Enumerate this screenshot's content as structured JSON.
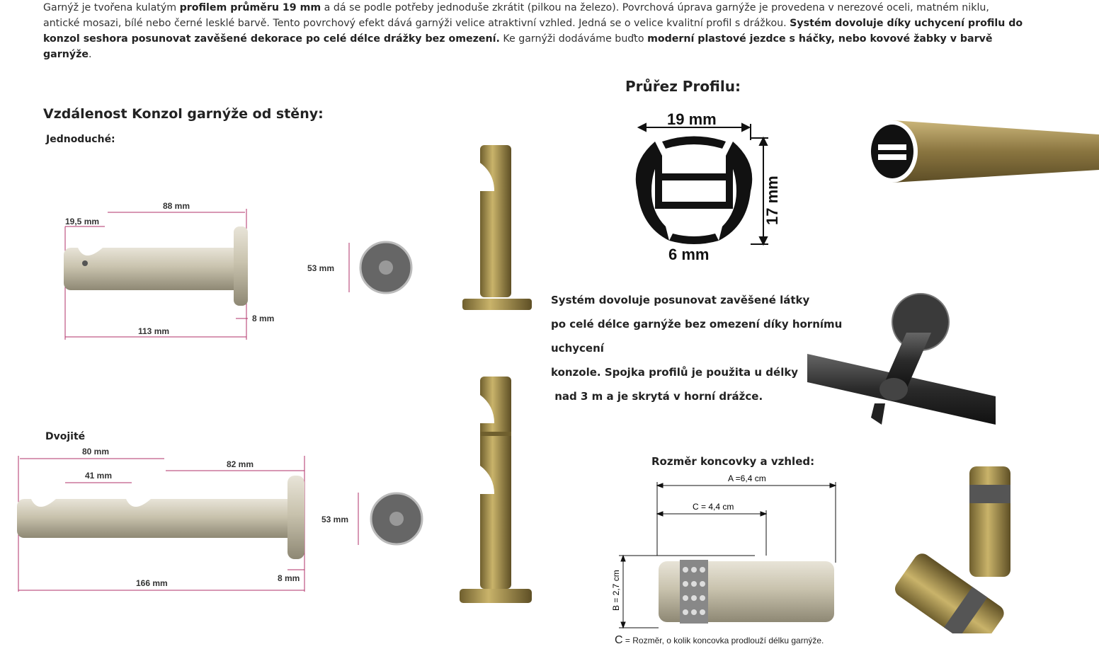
{
  "intro": {
    "segments": [
      {
        "t": "Garnýž je tvořena kulatým ",
        "b": false
      },
      {
        "t": "profilem průměru 19 mm",
        "b": true
      },
      {
        "t": " a dá se podle potřeby jednoduše zkrátit (pilkou na železo). Povrchová úprava garnýže je provedena v nerezové oceli, matném niklu, antické mosazi, bílé nebo černé lesklé barvě. Tento povrchový efekt dává garnýži velice atraktivní vzhled. Jedná se o velice kvalitní profil s drážkou. ",
        "b": false
      },
      {
        "t": "Systém dovoluje díky uchycení profilu do konzol seshora posunovat zavěšené dekorace po celé délce drážky bez omezení.",
        "b": true
      },
      {
        "t": " Ke garnýži dodáváme buďto ",
        "b": false
      },
      {
        "t": "moderní plastové jezdce s háčky, nebo kovové žabky v barvě garnýže",
        "b": true
      },
      {
        "t": ".",
        "b": false
      }
    ]
  },
  "left": {
    "heading": "Vzdálenost Konzol garnýže od stěny:",
    "single_label": "Jednoduché:",
    "double_label": "Dvojité",
    "single_dims": {
      "d1": "19,5 mm",
      "d2": "88 mm",
      "d3": "8 mm",
      "d4": "113 mm",
      "d5": "53 mm"
    },
    "double_dims": {
      "d1": "80 mm",
      "d2": "41 mm",
      "d3": "82 mm",
      "d4": "8 mm",
      "d5": "166 mm",
      "d6": "53 mm"
    }
  },
  "profile": {
    "heading": "Průřez Profilu:",
    "width": "19 mm",
    "height": "17 mm",
    "slot": "6 mm"
  },
  "system": {
    "lines": [
      "Systém dovoluje posunovat zavěšené látky",
      "po celé délce garnýže bez omezení díky hornímu uchycení",
      "konzole. Spojka profilů je použita u délky",
      " nad 3 m a je skrytá v horní drážce."
    ]
  },
  "endcap": {
    "heading": "Rozměr koncovky a vzhled:",
    "a": "A =6,4 cm",
    "c": "C = 4,4 cm",
    "b": "B = 2,7 cm",
    "caption_letter": "C",
    "caption": " = Rozměr, o kolik koncovka prodlouží délku garnýže."
  },
  "colors": {
    "dim_line": "#b0306a",
    "brass": "#a08a4a",
    "nickel": "#c8c2b0",
    "dark": "#2a2a2a"
  }
}
